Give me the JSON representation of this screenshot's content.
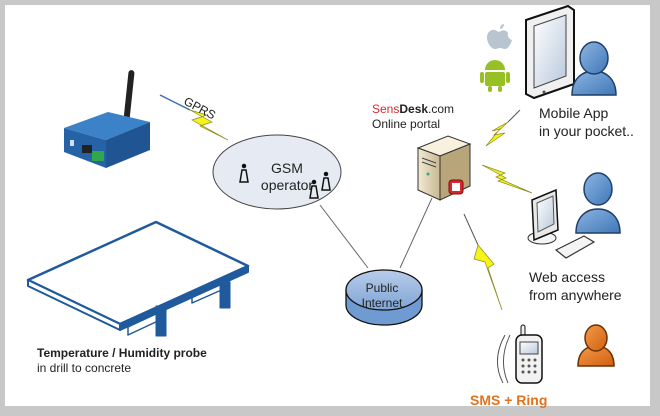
{
  "title": "SensDesk system overview",
  "colors": {
    "frame": "#c8c8c8",
    "background": "#ffffff",
    "sens_red": "#d9262e",
    "sms_orange": "#e2731c",
    "person_blue": "#5b8fc9",
    "person_orange": "#e0711c",
    "device_blue": "#2f73b8",
    "probe_blue": "#1f5a9c",
    "bolt_yellow": "#f5f21c",
    "android_green": "#97c024"
  },
  "nodes": {
    "gprs": {
      "label": "GPRS"
    },
    "gsm": {
      "line1": "GSM",
      "line2": "operator"
    },
    "portal": {
      "brand_red": "Sens",
      "brand_bold": "Desk",
      "brand_suffix": ".com",
      "subtitle": "Online portal"
    },
    "internet": {
      "line1": "Public",
      "line2": "Internet"
    },
    "mobile": {
      "line1": "Mobile App",
      "line2": "in your pocket.."
    },
    "web": {
      "line1": "Web access",
      "line2": "from anywhere"
    },
    "sms": {
      "label": "SMS + Ring"
    },
    "probe": {
      "title": "Temperature / Humidity probe",
      "subtitle": "in drill to concrete"
    }
  },
  "icons": [
    "wireless-device",
    "gsm-tower",
    "server",
    "apple-logo",
    "android-logo",
    "tablet",
    "user",
    "desktop-computer",
    "keyboard",
    "mobile-phone",
    "concrete-slab"
  ]
}
